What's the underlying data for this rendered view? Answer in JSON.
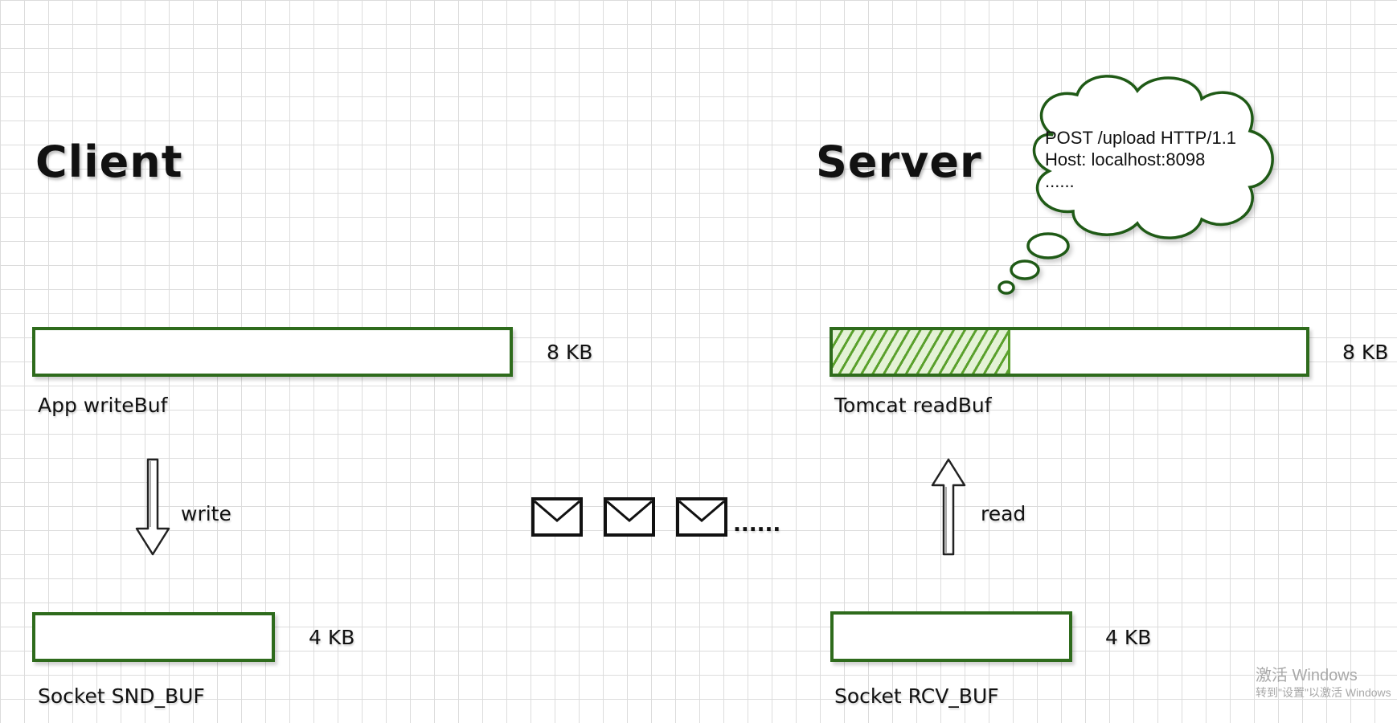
{
  "client": {
    "title": "Client",
    "app_buffer": {
      "label": "App writeBuf",
      "size": "8 KB"
    },
    "write_label": "write",
    "socket_buffer": {
      "label": "Socket SND_BUF",
      "size": "4 KB"
    }
  },
  "server": {
    "title": "Server",
    "app_buffer": {
      "label": "Tomcat readBuf",
      "size": "8 KB",
      "fill_fraction": 0.37
    },
    "read_label": "read",
    "socket_buffer": {
      "label": "Socket RCV_BUF",
      "size": "4 KB"
    }
  },
  "cloud": {
    "lines": [
      "POST /upload HTTP/1.1",
      "Host: localhost:8098",
      "......"
    ]
  },
  "packets": {
    "count": 3,
    "ellipsis": "......"
  },
  "watermark": {
    "line1": "激活 Windows",
    "line2": "转到\"设置\"以激活 Windows"
  },
  "colors": {
    "buffer_border": "#2e6b1c",
    "hatch": "#5aa02c"
  }
}
